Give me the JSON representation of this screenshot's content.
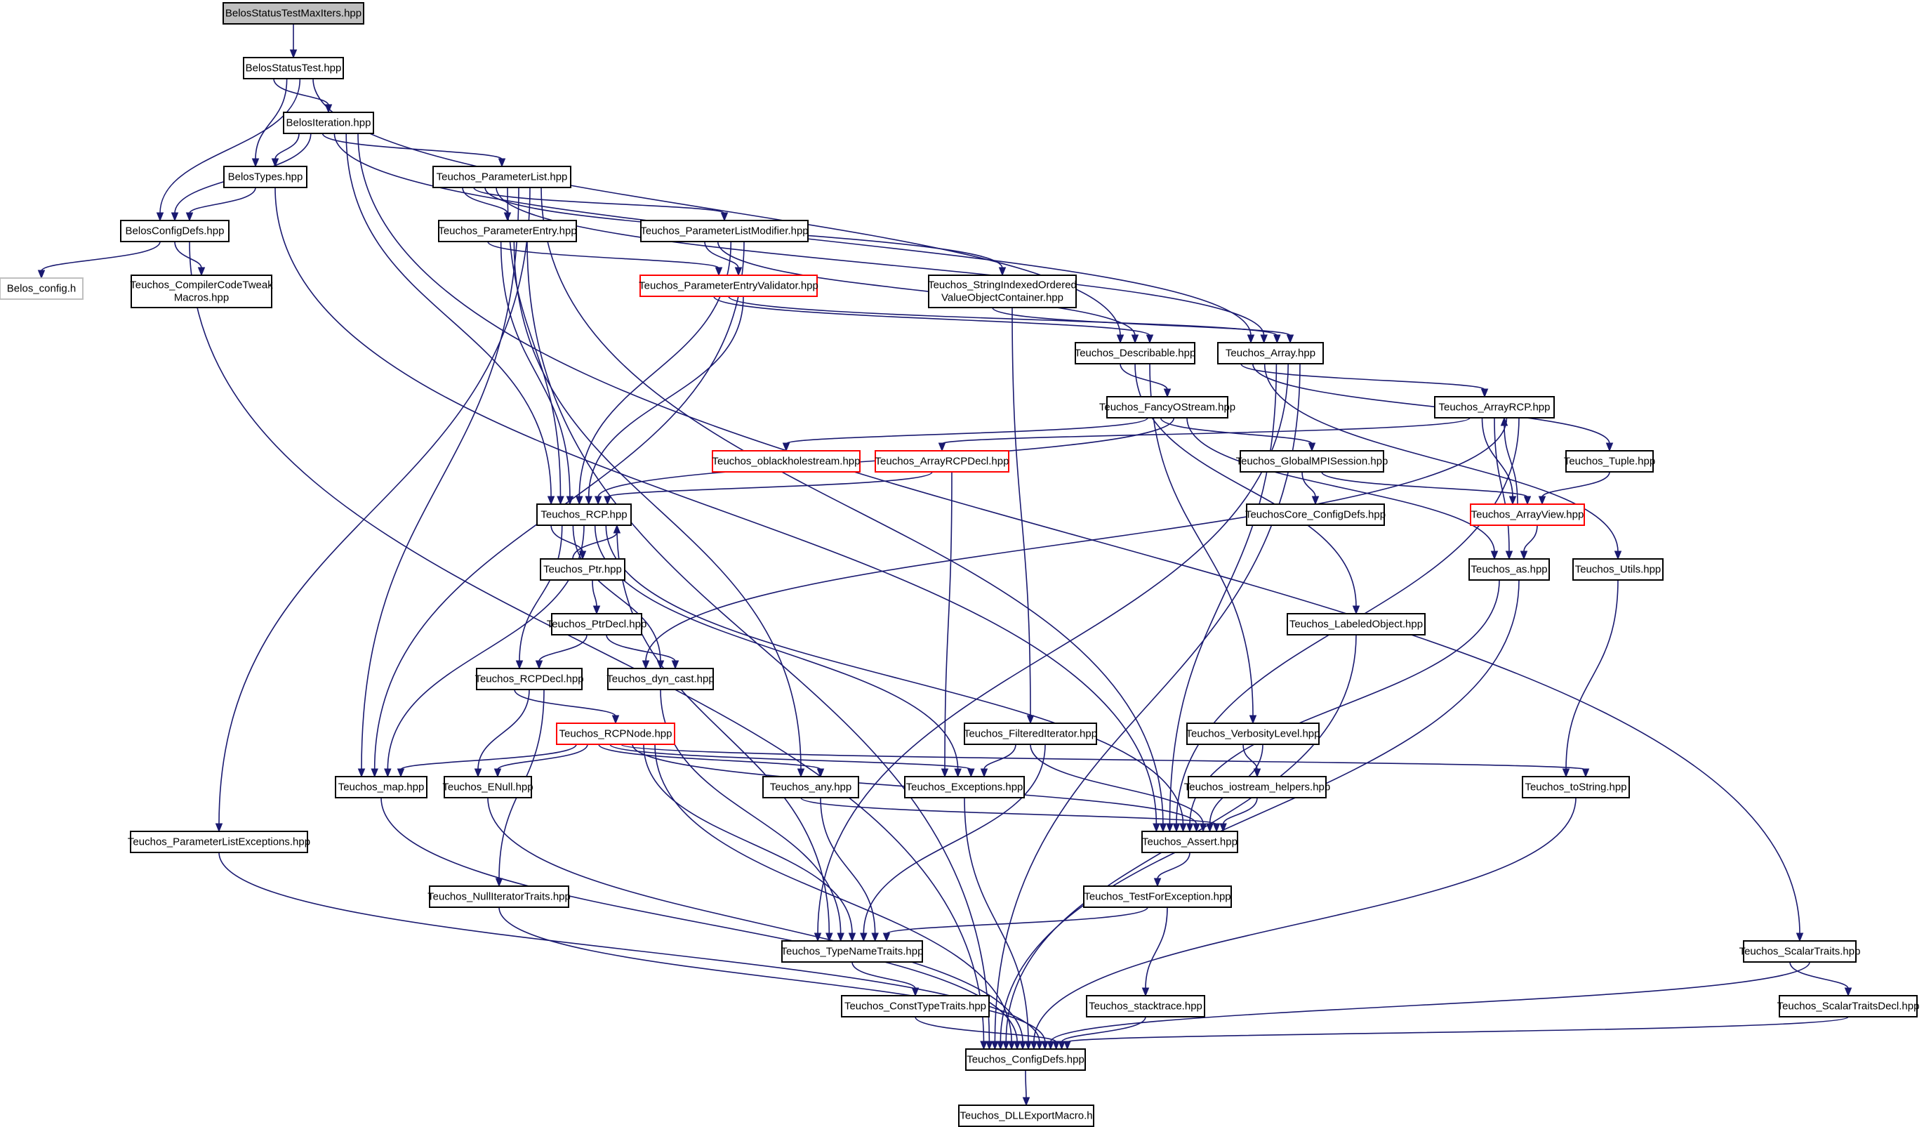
{
  "graph": {
    "type": "include-dependency-graph",
    "root": "BelosStatusTestMaxIters.hpp",
    "colors": {
      "edge": "#191970",
      "node_border": "#000000",
      "truncated_border": "#ff0000",
      "external_border": "#bfbfbf",
      "root_fill": "#bfbfbf",
      "background": "#ffffff"
    },
    "nodes": [
      {
        "id": "n0",
        "label": [
          "BelosStatusTestMaxIters.hpp"
        ],
        "style": "root"
      },
      {
        "id": "n1",
        "label": [
          "BelosStatusTest.hpp"
        ],
        "style": "normal"
      },
      {
        "id": "n2",
        "label": [
          "BelosIteration.hpp"
        ],
        "style": "normal"
      },
      {
        "id": "n3",
        "label": [
          "BelosTypes.hpp"
        ],
        "style": "normal"
      },
      {
        "id": "n4",
        "label": [
          "BelosConfigDefs.hpp"
        ],
        "style": "normal"
      },
      {
        "id": "n5",
        "label": [
          "Belos_config.h"
        ],
        "style": "external"
      },
      {
        "id": "n6",
        "label": [
          "Teuchos_CompilerCodeTweak",
          "Macros.hpp"
        ],
        "style": "normal"
      },
      {
        "id": "n7",
        "label": [
          "Teuchos_ParameterList.hpp"
        ],
        "style": "normal"
      },
      {
        "id": "n8",
        "label": [
          "Teuchos_ParameterEntry.hpp"
        ],
        "style": "normal"
      },
      {
        "id": "n9",
        "label": [
          "Teuchos_ParameterListModifier.hpp"
        ],
        "style": "normal"
      },
      {
        "id": "n10",
        "label": [
          "Teuchos_ParameterEntryValidator.hpp"
        ],
        "style": "truncated"
      },
      {
        "id": "n11",
        "label": [
          "Teuchos_StringIndexedOrdered",
          "ValueObjectContainer.hpp"
        ],
        "style": "normal"
      },
      {
        "id": "n12",
        "label": [
          "Teuchos_Describable.hpp"
        ],
        "style": "normal"
      },
      {
        "id": "n13",
        "label": [
          "Teuchos_Array.hpp"
        ],
        "style": "normal"
      },
      {
        "id": "n14",
        "label": [
          "Teuchos_FancyOStream.hpp"
        ],
        "style": "normal"
      },
      {
        "id": "n15",
        "label": [
          "Teuchos_ArrayRCP.hpp"
        ],
        "style": "normal"
      },
      {
        "id": "n16",
        "label": [
          "Teuchos_oblackholestream.hpp"
        ],
        "style": "truncated"
      },
      {
        "id": "n17",
        "label": [
          "Teuchos_ArrayRCPDecl.hpp"
        ],
        "style": "truncated"
      },
      {
        "id": "n18",
        "label": [
          "Teuchos_GlobalMPISession.hpp"
        ],
        "style": "normal"
      },
      {
        "id": "n19",
        "label": [
          "Teuchos_Tuple.hpp"
        ],
        "style": "normal"
      },
      {
        "id": "n20",
        "label": [
          "TeuchosCore_ConfigDefs.hpp"
        ],
        "style": "normal"
      },
      {
        "id": "n21",
        "label": [
          "Teuchos_ArrayView.hpp"
        ],
        "style": "truncated"
      },
      {
        "id": "n22",
        "label": [
          "Teuchos_RCP.hpp"
        ],
        "style": "normal"
      },
      {
        "id": "n23",
        "label": [
          "Teuchos_Ptr.hpp"
        ],
        "style": "normal"
      },
      {
        "id": "n24",
        "label": [
          "Teuchos_as.hpp"
        ],
        "style": "normal"
      },
      {
        "id": "n25",
        "label": [
          "Teuchos_Utils.hpp"
        ],
        "style": "normal"
      },
      {
        "id": "n26",
        "label": [
          "Teuchos_PtrDecl.hpp"
        ],
        "style": "normal"
      },
      {
        "id": "n27",
        "label": [
          "Teuchos_LabeledObject.hpp"
        ],
        "style": "normal"
      },
      {
        "id": "n28",
        "label": [
          "Teuchos_RCPDecl.hpp"
        ],
        "style": "normal"
      },
      {
        "id": "n29",
        "label": [
          "Teuchos_dyn_cast.hpp"
        ],
        "style": "normal"
      },
      {
        "id": "n30",
        "label": [
          "Teuchos_RCPNode.hpp"
        ],
        "style": "truncated"
      },
      {
        "id": "n31",
        "label": [
          "Teuchos_FilteredIterator.hpp"
        ],
        "style": "normal"
      },
      {
        "id": "n32",
        "label": [
          "Teuchos_VerbosityLevel.hpp"
        ],
        "style": "normal"
      },
      {
        "id": "n33",
        "label": [
          "Teuchos_map.hpp"
        ],
        "style": "normal"
      },
      {
        "id": "n34",
        "label": [
          "Teuchos_ENull.hpp"
        ],
        "style": "normal"
      },
      {
        "id": "n35",
        "label": [
          "Teuchos_any.hpp"
        ],
        "style": "normal"
      },
      {
        "id": "n36",
        "label": [
          "Teuchos_Exceptions.hpp"
        ],
        "style": "normal"
      },
      {
        "id": "n37",
        "label": [
          "Teuchos_iostream_helpers.hpp"
        ],
        "style": "normal"
      },
      {
        "id": "n38",
        "label": [
          "Teuchos_toString.hpp"
        ],
        "style": "normal"
      },
      {
        "id": "n39",
        "label": [
          "Teuchos_ParameterListExceptions.hpp"
        ],
        "style": "normal"
      },
      {
        "id": "n40",
        "label": [
          "Teuchos_Assert.hpp"
        ],
        "style": "normal"
      },
      {
        "id": "n41",
        "label": [
          "Teuchos_NullIteratorTraits.hpp"
        ],
        "style": "normal"
      },
      {
        "id": "n42",
        "label": [
          "Teuchos_TestForException.hpp"
        ],
        "style": "normal"
      },
      {
        "id": "n43",
        "label": [
          "Teuchos_TypeNameTraits.hpp"
        ],
        "style": "normal"
      },
      {
        "id": "n44",
        "label": [
          "Teuchos_ScalarTraits.hpp"
        ],
        "style": "normal"
      },
      {
        "id": "n45",
        "label": [
          "Teuchos_ConstTypeTraits.hpp"
        ],
        "style": "normal"
      },
      {
        "id": "n46",
        "label": [
          "Teuchos_stacktrace.hpp"
        ],
        "style": "normal"
      },
      {
        "id": "n47",
        "label": [
          "Teuchos_ScalarTraitsDecl.hpp"
        ],
        "style": "normal"
      },
      {
        "id": "n48",
        "label": [
          "Teuchos_ConfigDefs.hpp"
        ],
        "style": "normal"
      },
      {
        "id": "n49",
        "label": [
          "Teuchos_DLLExportMacro.h"
        ],
        "style": "normal"
      }
    ],
    "edges": [
      [
        "n0",
        "n1"
      ],
      [
        "n1",
        "n2"
      ],
      [
        "n1",
        "n3"
      ],
      [
        "n1",
        "n4"
      ],
      [
        "n1",
        "n12"
      ],
      [
        "n2",
        "n3"
      ],
      [
        "n2",
        "n4"
      ],
      [
        "n2",
        "n7"
      ],
      [
        "n2",
        "n13"
      ],
      [
        "n2",
        "n22"
      ],
      [
        "n2",
        "n44"
      ],
      [
        "n3",
        "n4"
      ],
      [
        "n3",
        "n40"
      ],
      [
        "n4",
        "n5"
      ],
      [
        "n4",
        "n6"
      ],
      [
        "n4",
        "n48"
      ],
      [
        "n7",
        "n8"
      ],
      [
        "n7",
        "n9"
      ],
      [
        "n7",
        "n11"
      ],
      [
        "n7",
        "n13"
      ],
      [
        "n7",
        "n22"
      ],
      [
        "n7",
        "n33"
      ],
      [
        "n7",
        "n39"
      ],
      [
        "n7",
        "n40"
      ],
      [
        "n8",
        "n10"
      ],
      [
        "n8",
        "n22"
      ],
      [
        "n8",
        "n35"
      ],
      [
        "n8",
        "n48"
      ],
      [
        "n9",
        "n10"
      ],
      [
        "n9",
        "n12"
      ],
      [
        "n9",
        "n22"
      ],
      [
        "n9",
        "n33"
      ],
      [
        "n10",
        "n12"
      ],
      [
        "n10",
        "n13"
      ],
      [
        "n10",
        "n22"
      ],
      [
        "n11",
        "n13"
      ],
      [
        "n11",
        "n31"
      ],
      [
        "n12",
        "n14"
      ],
      [
        "n12",
        "n27"
      ],
      [
        "n12",
        "n32"
      ],
      [
        "n13",
        "n15"
      ],
      [
        "n13",
        "n19"
      ],
      [
        "n13",
        "n25"
      ],
      [
        "n13",
        "n40"
      ],
      [
        "n13",
        "n43"
      ],
      [
        "n13",
        "n48"
      ],
      [
        "n14",
        "n16"
      ],
      [
        "n14",
        "n18"
      ],
      [
        "n14",
        "n22"
      ],
      [
        "n14",
        "n24"
      ],
      [
        "n15",
        "n17"
      ],
      [
        "n15",
        "n21"
      ],
      [
        "n15",
        "n24"
      ],
      [
        "n15",
        "n29"
      ],
      [
        "n15",
        "n40"
      ],
      [
        "n17",
        "n22"
      ],
      [
        "n17",
        "n36"
      ],
      [
        "n18",
        "n20"
      ],
      [
        "n18",
        "n21"
      ],
      [
        "n19",
        "n21"
      ],
      [
        "n21",
        "n15"
      ],
      [
        "n21",
        "n24"
      ],
      [
        "n22",
        "n23"
      ],
      [
        "n22",
        "n28"
      ],
      [
        "n22",
        "n29"
      ],
      [
        "n22",
        "n33"
      ],
      [
        "n22",
        "n36"
      ],
      [
        "n22",
        "n40"
      ],
      [
        "n22",
        "n43"
      ],
      [
        "n23",
        "n22"
      ],
      [
        "n23",
        "n26"
      ],
      [
        "n24",
        "n40"
      ],
      [
        "n24",
        "n48"
      ],
      [
        "n25",
        "n38"
      ],
      [
        "n26",
        "n28"
      ],
      [
        "n26",
        "n29"
      ],
      [
        "n27",
        "n48"
      ],
      [
        "n28",
        "n30"
      ],
      [
        "n28",
        "n34"
      ],
      [
        "n28",
        "n41"
      ],
      [
        "n29",
        "n43"
      ],
      [
        "n30",
        "n33"
      ],
      [
        "n30",
        "n34"
      ],
      [
        "n30",
        "n35"
      ],
      [
        "n30",
        "n36"
      ],
      [
        "n30",
        "n38"
      ],
      [
        "n30",
        "n40"
      ],
      [
        "n30",
        "n43"
      ],
      [
        "n30",
        "n48"
      ],
      [
        "n31",
        "n36"
      ],
      [
        "n31",
        "n40"
      ],
      [
        "n31",
        "n43"
      ],
      [
        "n32",
        "n37"
      ],
      [
        "n32",
        "n40"
      ],
      [
        "n33",
        "n48"
      ],
      [
        "n34",
        "n48"
      ],
      [
        "n35",
        "n40"
      ],
      [
        "n35",
        "n43"
      ],
      [
        "n36",
        "n48"
      ],
      [
        "n37",
        "n40"
      ],
      [
        "n38",
        "n48"
      ],
      [
        "n39",
        "n48"
      ],
      [
        "n40",
        "n42"
      ],
      [
        "n41",
        "n48"
      ],
      [
        "n42",
        "n43"
      ],
      [
        "n42",
        "n46"
      ],
      [
        "n43",
        "n45"
      ],
      [
        "n44",
        "n47"
      ],
      [
        "n44",
        "n48"
      ],
      [
        "n45",
        "n48"
      ],
      [
        "n46",
        "n48"
      ],
      [
        "n47",
        "n48"
      ],
      [
        "n48",
        "n49"
      ]
    ]
  }
}
